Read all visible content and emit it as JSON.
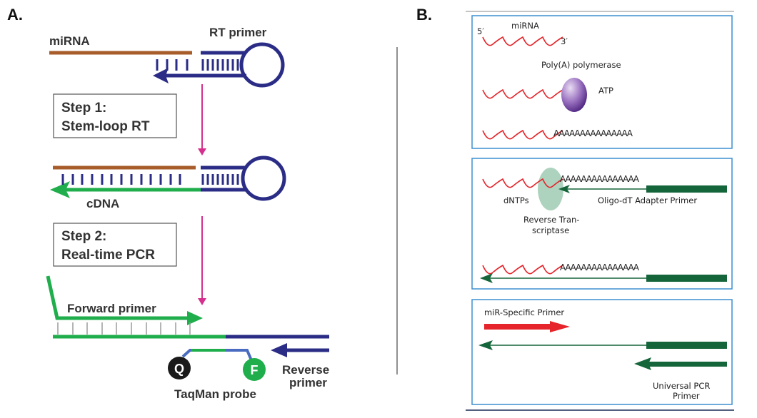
{
  "panel_a": {
    "letter": "A.",
    "labels": {
      "mirna": "miRNA",
      "rt_primer": "RT primer",
      "cdna": "cDNA",
      "forward_primer": "Forward primer",
      "reverse_primer_line1": "Reverse",
      "reverse_primer_line2": "primer",
      "taqman_probe": "TaqMan probe",
      "quencher": "Q",
      "fluorophore": "F"
    },
    "steps": [
      {
        "line1": "Step 1:",
        "line2": "Stem-loop RT"
      },
      {
        "line1": "Step 2:",
        "line2": "Real-time PCR"
      }
    ]
  },
  "panel_b": {
    "letter": "B.",
    "box1": {
      "mirna": "miRNA",
      "five_prime": "5′",
      "three_prime": "3′",
      "enzyme": "Poly(A) polymerase",
      "atp": "ATP",
      "poly_a_tail": "AAAAAAAAAAAAAAA"
    },
    "box2": {
      "poly_a_tail": "AAAAAAAAAAAAAAA",
      "dntps": "dNTPs",
      "enzyme_line1": "Reverse Tran-",
      "enzyme_line2": "scriptase",
      "adapter_primer": "Oligo-dT Adapter Primer"
    },
    "box3": {
      "specific_primer": "miR-Specific Primer",
      "universal_line1": "Universal PCR",
      "universal_line2": "Primer"
    }
  },
  "colors": {
    "mirna_brown": "#a85c2a",
    "rt_navy": "#2a2c86",
    "cdna_green": "#1fae4b",
    "arrow_magenta": "#d6308e",
    "probe_blue": "#4a6cc0",
    "quencher_black": "#1a1a1a",
    "mirna_red": "#e5252b",
    "poly_a_purple": "#6a3d9a",
    "rt_enzyme_green": "#9fcab3",
    "primer_dark_green": "#15653a",
    "box_border_blue": "#3d8fd0"
  }
}
